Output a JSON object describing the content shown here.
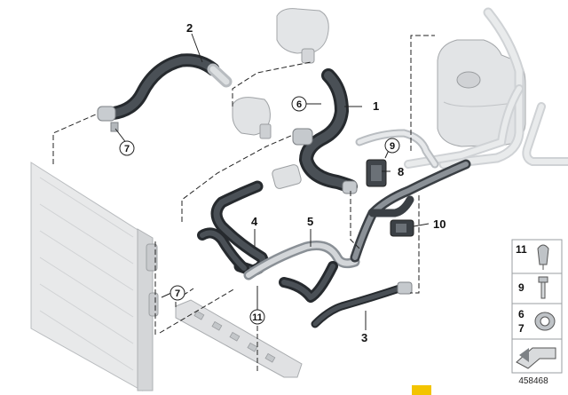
{
  "callouts": {
    "c1": "1",
    "c2": "2",
    "c3": "3",
    "c4": "4",
    "c5": "5",
    "c6": "6",
    "c7a": "7",
    "c7b": "7",
    "c8": "8",
    "c9": "9",
    "c10": "10",
    "c11": "11"
  },
  "legend": {
    "row1": "11",
    "row2": "9",
    "row3a": "6",
    "row3b": "7"
  },
  "diagram_id": "458468",
  "colors": {
    "hose_dark": "#2e3338",
    "hose_mid": "#4a5056",
    "pipe_light": "#c9cdd1",
    "part_gray": "#d7d9dc",
    "radiator": "#e6e7e8",
    "dash": "#222222",
    "accent_yellow": "#f3c400"
  }
}
